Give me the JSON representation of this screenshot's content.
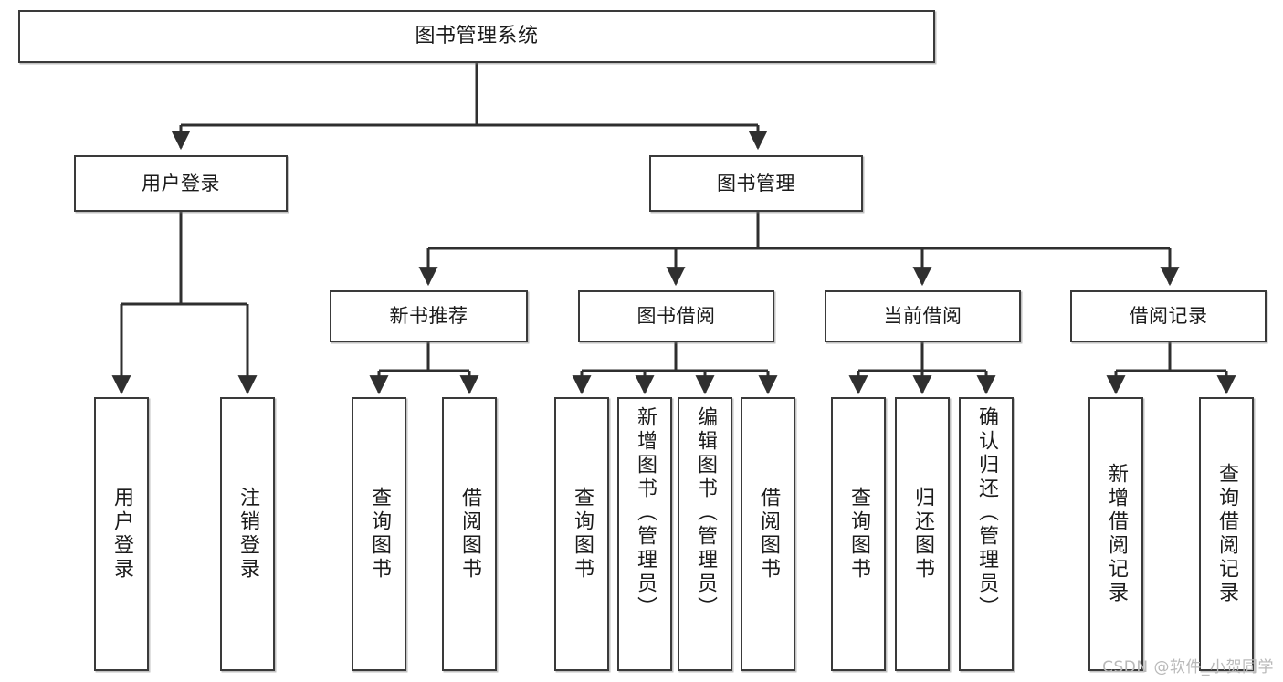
{
  "diagram": {
    "title": "图书管理系统",
    "type": "tree-diagram",
    "theme": {
      "background": "#ffffff",
      "box_border": "#3a3a3a",
      "box_fill": "#ffffff",
      "edge_color": "#2f2f2f",
      "text_color": "#1b1b1b",
      "watermark_color": "#b9b9b9"
    }
  },
  "root": {
    "label": "图书管理系统"
  },
  "level2": [
    {
      "label": "用户登录"
    },
    {
      "label": "图书管理"
    }
  ],
  "level3": [
    {
      "label": "新书推荐"
    },
    {
      "label": "图书借阅"
    },
    {
      "label": "当前借阅"
    },
    {
      "label": "借阅记录"
    }
  ],
  "leaves": {
    "user_login": [
      {
        "label": "用户登录"
      },
      {
        "label": "注销登录"
      }
    ],
    "new_book_recommend": [
      {
        "label": "查询图书"
      },
      {
        "label": "借阅图书"
      }
    ],
    "book_borrow": [
      {
        "label": "查询图书"
      },
      {
        "label": "新增图书（管理员）"
      },
      {
        "label": "编辑图书（管理员）"
      },
      {
        "label": "借阅图书"
      }
    ],
    "current_borrow": [
      {
        "label": "查询图书"
      },
      {
        "label": "归还图书"
      },
      {
        "label": "确认归还（管理员）"
      }
    ],
    "borrow_record": [
      {
        "label": "新增借阅记录"
      },
      {
        "label": "查询借阅记录"
      }
    ]
  },
  "watermark": {
    "text": "CSDN @软件_小贺同学"
  }
}
